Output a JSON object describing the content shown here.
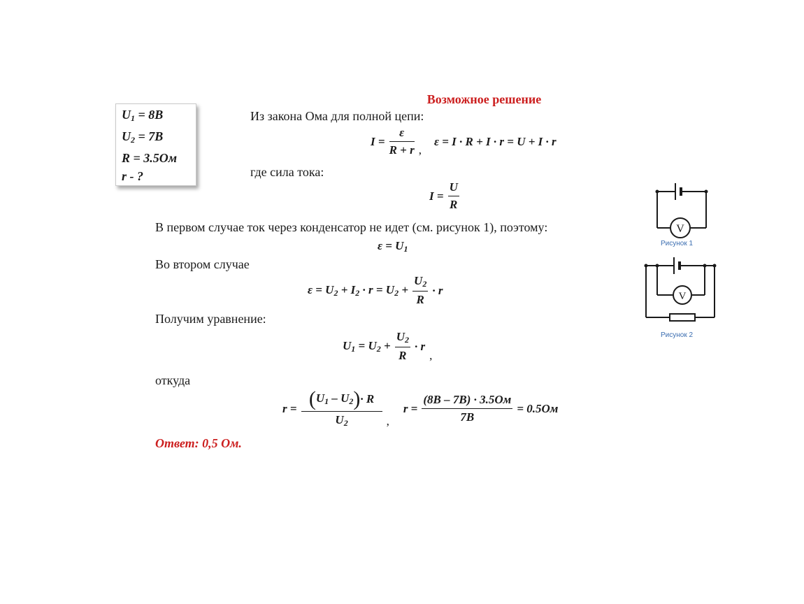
{
  "title": "Возможное решение",
  "given": {
    "u1": {
      "sym": "U",
      "sub": "1",
      "rest": " = 8В"
    },
    "u2": {
      "sym": "U",
      "sub": "2",
      "rest": " = 7В"
    },
    "r_ext": "R = 3.5Ом",
    "find": " r - ?"
  },
  "lines": {
    "ohm_intro": "Из закона Ома для полной цепи:",
    "current_intro": "где сила тока:",
    "case1": "В первом случае ток через конденсатор не идет (см. рисунок 1), поэтому:",
    "case2": "Во втором случае",
    "equation_intro": "Получим уравнение:",
    "whence": "откуда"
  },
  "formulas": {
    "f1_lhs": "I =",
    "f1_num": "ε",
    "f1_den": "R + r",
    "f1_sep": ",",
    "f2": "ε = I · R + I · r = U + I · r",
    "f3_lhs": "I =",
    "f3_num": "U",
    "f3_den": "R",
    "f4_eps": "ε = U",
    "f4_sub": "1",
    "f5_a": "ε = U",
    "f5_b": " + I",
    "f5_c": " · r = U",
    "f5_d": " +",
    "f5_num": "U",
    "f5_den": "R",
    "f5_tail": "· r",
    "f6_a": "U",
    "f6_b": " = U",
    "f6_c": " +",
    "f6_num": "U",
    "f6_den": "R",
    "f6_tail": "· r",
    "f6_sep": ",",
    "f7_lhs": "r =",
    "f7_num_a": "U",
    "f7_num_b": " – U",
    "f7_num_c": " · R",
    "f7_den": "U",
    "f7_sep": ",",
    "f8_lhs": "r =",
    "f8_num": "(8В – 7В) · 3.5Ом",
    "f8_den": "7В",
    "f8_result": "= 0.5Ом",
    "sub1": "1",
    "sub2": "2"
  },
  "answer": "Ответ: 0,5 Ом.",
  "figures": {
    "fig1_label": "Рисунок 1",
    "fig2_label": "Рисунок 2",
    "voltmeter_symbol": "V"
  }
}
